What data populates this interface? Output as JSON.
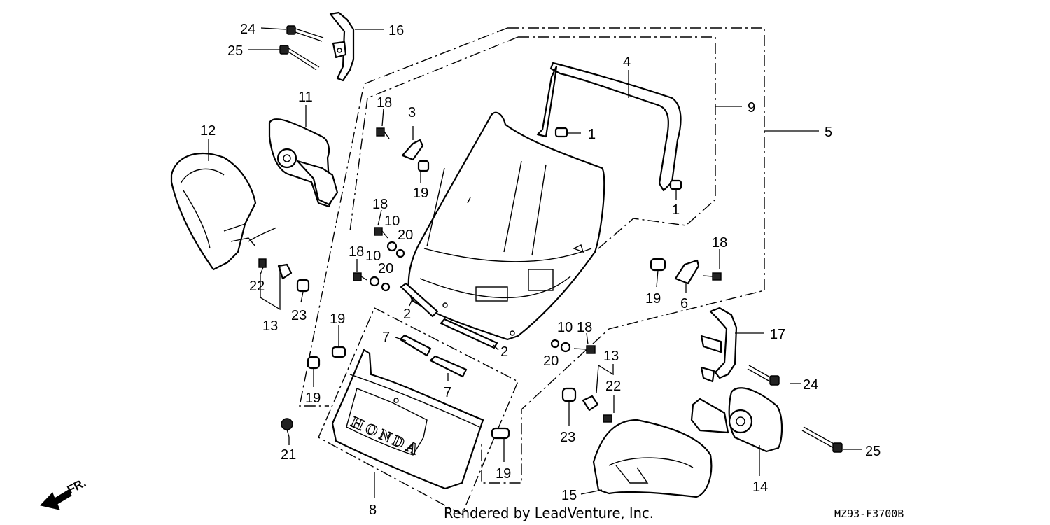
{
  "diagram": {
    "callouts": {
      "c1a": "1",
      "c1b": "1",
      "c2a": "2",
      "c2b": "2",
      "c3": "3",
      "c4": "4",
      "c5": "5",
      "c6": "6",
      "c7a": "7",
      "c7b": "7",
      "c8": "8",
      "c9": "9",
      "c10a": "10",
      "c10b": "10",
      "c10c": "10",
      "c11": "11",
      "c12": "12",
      "c13a": "13",
      "c13b": "13",
      "c14": "14",
      "c15": "15",
      "c16": "16",
      "c17": "17",
      "c18a": "18",
      "c18b": "18",
      "c18c": "18",
      "c18d": "18",
      "c18e": "18",
      "c19a": "19",
      "c19b": "19",
      "c19c": "19",
      "c19d": "19",
      "c19e": "19",
      "c20a": "20",
      "c20b": "20",
      "c20c": "20",
      "c21": "21",
      "c22a": "22",
      "c22b": "22",
      "c23a": "23",
      "c23b": "23",
      "c24a": "24",
      "c24b": "24",
      "c25a": "25",
      "c25b": "25"
    },
    "brand_lettering": "HONDA",
    "direction_label": "FR.",
    "footer_credit": "Rendered by LeadVenture, Inc.",
    "diagram_code": "MZ93-F3700B"
  }
}
